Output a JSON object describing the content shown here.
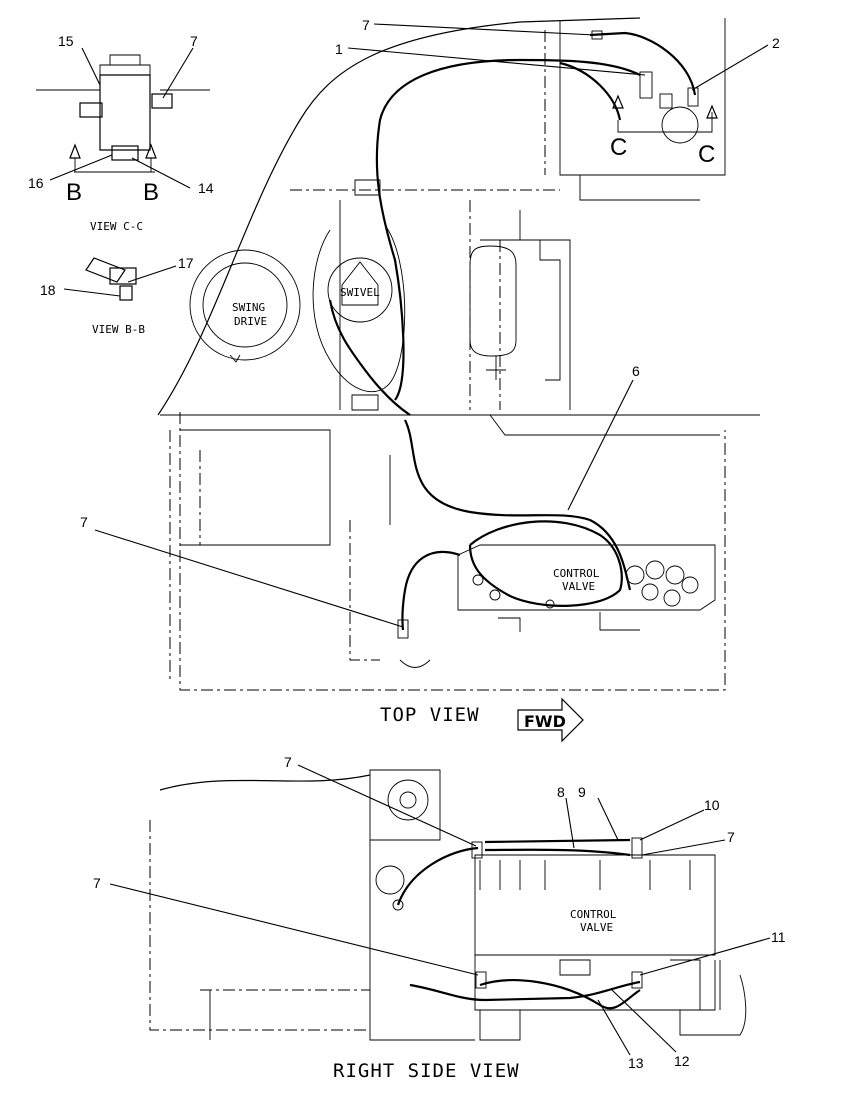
{
  "callouts": {
    "c1": "1",
    "c2": "2",
    "c6": "6",
    "c7": "7",
    "c8": "8",
    "c9": "9",
    "c10": "10",
    "c11": "11",
    "c12": "12",
    "c13": "13",
    "c14": "14",
    "c15": "15",
    "c16": "16",
    "c17": "17",
    "c18": "18"
  },
  "labels": {
    "swing_drive": [
      "SWING",
      "DRIVE"
    ],
    "swivel": "SWIVEL",
    "control_valve": [
      "CONTROL",
      "VALVE"
    ],
    "section_b": "B",
    "section_c": "C"
  },
  "titles": {
    "view_cc": "VIEW C-C",
    "view_bb": "VIEW B-B",
    "top_view": "TOP VIEW",
    "fwd": "FWD",
    "right_side_view": "RIGHT SIDE VIEW"
  }
}
